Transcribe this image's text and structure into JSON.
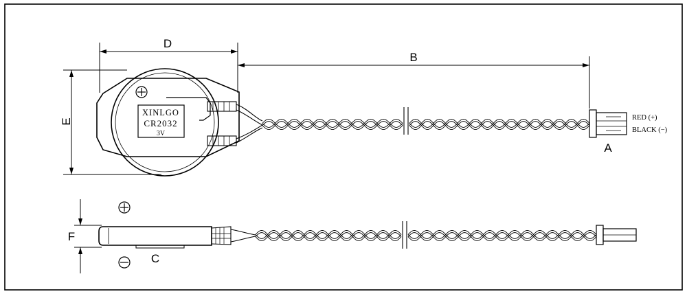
{
  "dimensions": {
    "a": "A",
    "b": "B",
    "c": "C",
    "d": "D",
    "e": "E",
    "f": "F"
  },
  "battery": {
    "brand": "XINLGO",
    "model": "CR2032",
    "voltage": "3V"
  },
  "connector": {
    "red_label": "RED (+)",
    "black_label": "BLACK (−)"
  },
  "icons": {
    "positive": "plus-circle-icon",
    "negative": "minus-circle-icon"
  },
  "colors": {
    "line": "#000000",
    "background": "#ffffff"
  }
}
